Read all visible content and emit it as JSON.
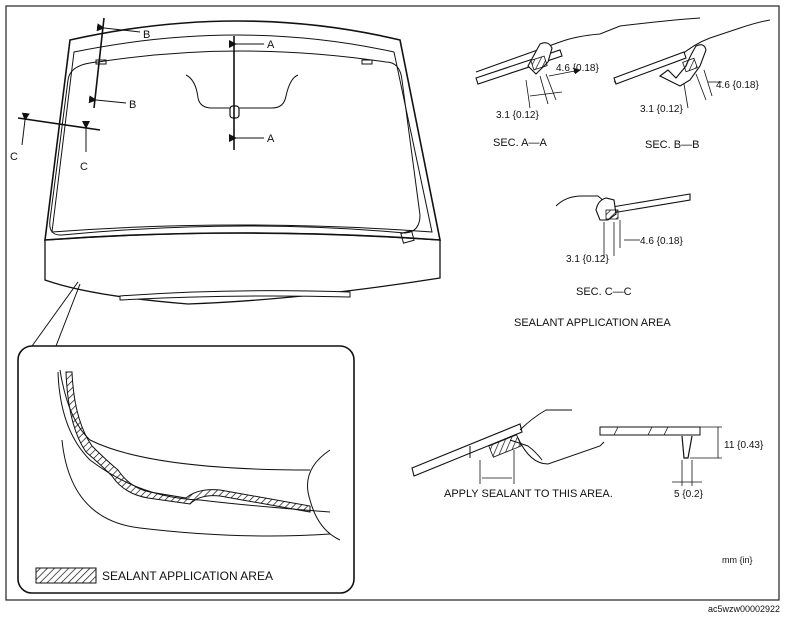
{
  "section_labels": {
    "aa": "SEC. A—A",
    "bb": "SEC. B—B",
    "cc": "SEC. C—C"
  },
  "cut_letters": {
    "b_top": "B",
    "b_bottom": "B",
    "a_top": "A",
    "a_bottom": "A",
    "c_left": "C",
    "c_right": "C"
  },
  "dims": {
    "aa_upper": "4.6 {0.18}",
    "aa_lower": "3.1 {0.12}",
    "bb_upper": "4.6 {0.18}",
    "bb_lower": "3.1 {0.12}",
    "cc_upper": "4.6 {0.18}",
    "cc_lower": "3.1 {0.12}",
    "bead_height": "11 {0.43}",
    "bead_width": "5 {0.2}"
  },
  "sealant_area_heading": "SEALANT APPLICATION AREA",
  "apply_note": "APPLY SEALANT TO THIS AREA.",
  "legend_label": "SEALANT APPLICATION AREA",
  "unit_label": "mm {in}",
  "figure_code": "ac5wzw00002922"
}
